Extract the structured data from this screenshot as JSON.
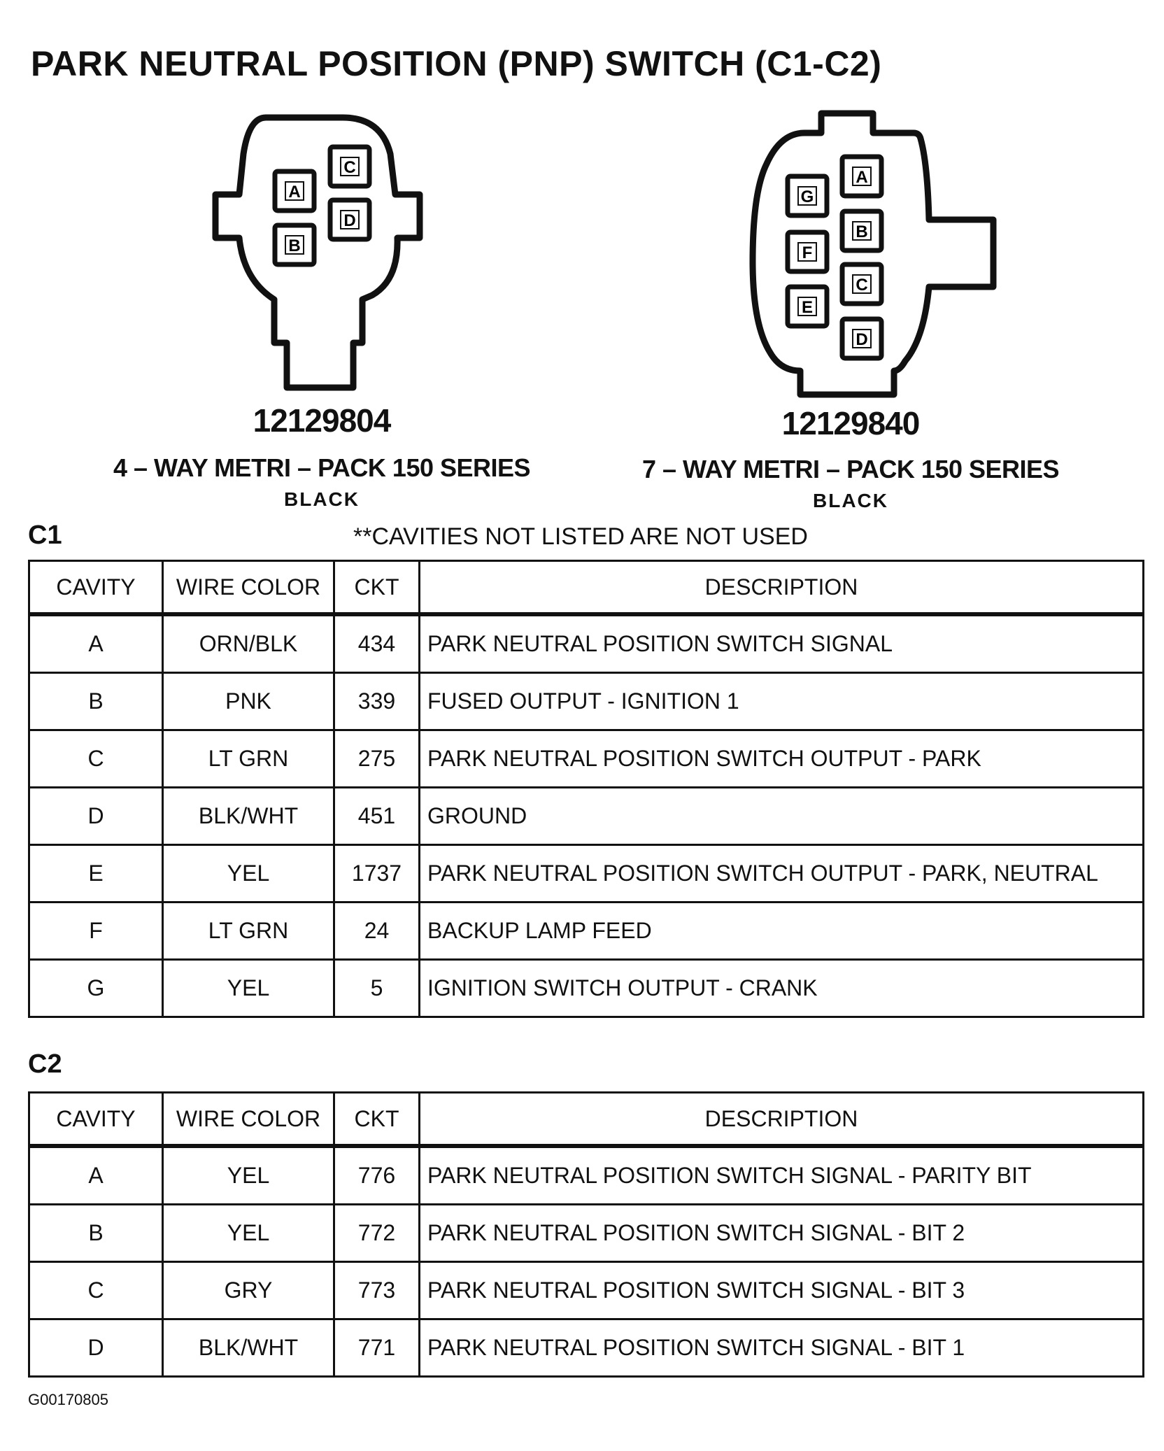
{
  "title": "PARK NEUTRAL POSITION (PNP) SWITCH (C1-C2)",
  "connectors": [
    {
      "part_number": "12129804",
      "series": "4 – WAY METRI – PACK 150 SERIES",
      "color": "BLACK",
      "cavities": [
        "A",
        "B",
        "C",
        "D"
      ]
    },
    {
      "part_number": "12129840",
      "series": "7 – WAY METRI – PACK 150 SERIES",
      "color": "BLACK",
      "cavities": [
        "A",
        "B",
        "C",
        "D",
        "E",
        "F",
        "G"
      ]
    }
  ],
  "c1": {
    "label": "C1",
    "note": "**CAVITIES NOT LISTED ARE NOT USED",
    "headers": [
      "CAVITY",
      "WIRE COLOR",
      "CKT",
      "DESCRIPTION"
    ],
    "rows": [
      {
        "cavity": "A",
        "wire_color": "ORN/BLK",
        "ckt": "434",
        "description": "PARK NEUTRAL POSITION SWITCH SIGNAL"
      },
      {
        "cavity": "B",
        "wire_color": "PNK",
        "ckt": "339",
        "description": "FUSED OUTPUT - IGNITION 1"
      },
      {
        "cavity": "C",
        "wire_color": "LT GRN",
        "ckt": "275",
        "description": "PARK NEUTRAL POSITION SWITCH OUTPUT - PARK"
      },
      {
        "cavity": "D",
        "wire_color": "BLK/WHT",
        "ckt": "451",
        "description": "GROUND"
      },
      {
        "cavity": "E",
        "wire_color": "YEL",
        "ckt": "1737",
        "description": "PARK NEUTRAL POSITION SWITCH OUTPUT - PARK, NEUTRAL"
      },
      {
        "cavity": "F",
        "wire_color": "LT GRN",
        "ckt": "24",
        "description": "BACKUP LAMP FEED"
      },
      {
        "cavity": "G",
        "wire_color": "YEL",
        "ckt": "5",
        "description": "IGNITION SWITCH OUTPUT - CRANK"
      }
    ]
  },
  "c2": {
    "label": "C2",
    "headers": [
      "CAVITY",
      "WIRE COLOR",
      "CKT",
      "DESCRIPTION"
    ],
    "rows": [
      {
        "cavity": "A",
        "wire_color": "YEL",
        "ckt": "776",
        "description": "PARK NEUTRAL POSITION SWITCH SIGNAL - PARITY BIT"
      },
      {
        "cavity": "B",
        "wire_color": "YEL",
        "ckt": "772",
        "description": "PARK NEUTRAL POSITION SWITCH SIGNAL - BIT 2"
      },
      {
        "cavity": "C",
        "wire_color": "GRY",
        "ckt": "773",
        "description": "PARK NEUTRAL POSITION SWITCH SIGNAL - BIT 3"
      },
      {
        "cavity": "D",
        "wire_color": "BLK/WHT",
        "ckt": "771",
        "description": "PARK NEUTRAL POSITION SWITCH SIGNAL - BIT 1"
      }
    ]
  },
  "figure_id": "G00170805"
}
